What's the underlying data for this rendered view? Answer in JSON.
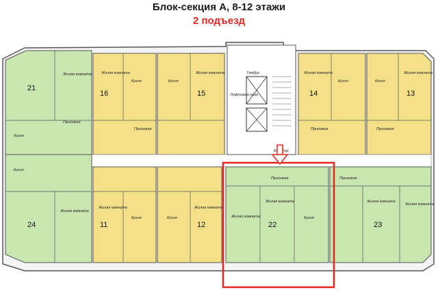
{
  "header": {
    "title": "Блок-секция А, 8-12 этажи",
    "subtitle": "2 подъезд"
  },
  "apartments": [
    {
      "num": "21",
      "color": "#c8e6b0"
    },
    {
      "num": "16",
      "color": "#f5e08a"
    },
    {
      "num": "15",
      "color": "#f5e08a"
    },
    {
      "num": "14",
      "color": "#f5e08a"
    },
    {
      "num": "13",
      "color": "#f5e08a"
    },
    {
      "num": "24",
      "color": "#c8e6b0"
    },
    {
      "num": "11",
      "color": "#f5e08a"
    },
    {
      "num": "12",
      "color": "#f5e08a"
    },
    {
      "num": "22",
      "color": "#c8e6b0"
    },
    {
      "num": "23",
      "color": "#c8e6b0"
    }
  ],
  "labels": {
    "living": "Жилая комната",
    "kitchen": "Кухня",
    "hall": "Прихожая",
    "corridor": "Коридор",
    "lift_hall": "Лифтовой холл",
    "tambur": "Тамбур"
  },
  "colors": {
    "highlight": "#e0261e",
    "wall": "#555555",
    "corridor": "#ffffff"
  }
}
